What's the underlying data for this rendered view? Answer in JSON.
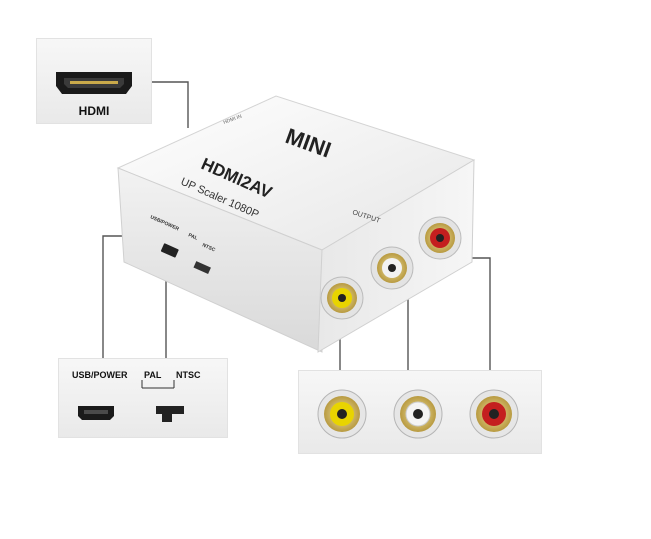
{
  "hdmi_callout": {
    "label": "HDMI"
  },
  "device": {
    "brand": "MINI",
    "model": "HDMI2AV",
    "subtitle": "UP Scaler 1080P",
    "output_label": "OUTPUT",
    "side_usb_label": "USB/POWER",
    "side_pal_label": "PAL",
    "side_ntsc_label": "NTSC",
    "hdmi_side_label": "HDMI IN"
  },
  "switch_callout": {
    "usb_label": "USB/POWER",
    "pal_label": "PAL",
    "ntsc_label": "NTSC"
  },
  "rca_callout": {
    "jacks": [
      {
        "name": "yellow",
        "color": "#e8d400"
      },
      {
        "name": "white",
        "color": "#f2f2f2"
      },
      {
        "name": "red",
        "color": "#c41f1f"
      }
    ]
  },
  "colors": {
    "device_body": "#f4f4f4",
    "jack_gold": "#d8c070",
    "line": "#555555"
  }
}
